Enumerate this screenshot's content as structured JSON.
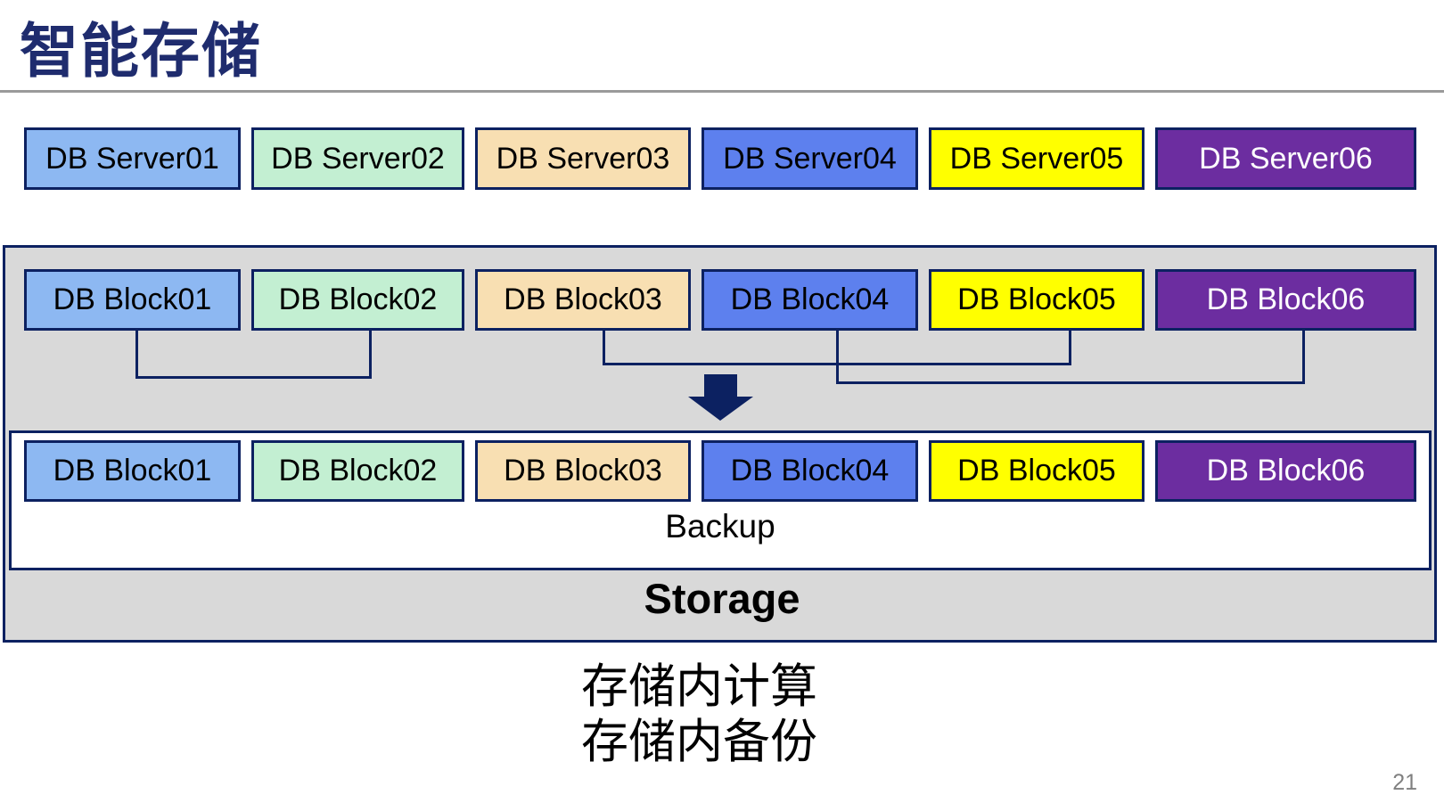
{
  "slide": {
    "title": "智能存储",
    "page_number": "21"
  },
  "server_row": [
    {
      "label": "DB Server01",
      "fill": "#8db8f2",
      "text_color": "#000000"
    },
    {
      "label": "DB Server02",
      "fill": "#c3efd2",
      "text_color": "#000000"
    },
    {
      "label": "DB Server03",
      "fill": "#f8dfb2",
      "text_color": "#000000"
    },
    {
      "label": "DB Server04",
      "fill": "#5d80ee",
      "text_color": "#000000"
    },
    {
      "label": "DB Server05",
      "fill": "#ffff00",
      "text_color": "#000000"
    },
    {
      "label": "DB Server06",
      "fill": "#6c2da0",
      "text_color": "#ffffff"
    }
  ],
  "storage_box": {
    "blocks_top": [
      {
        "label": "DB Block01",
        "fill": "#8db8f2",
        "text_color": "#000000"
      },
      {
        "label": "DB Block02",
        "fill": "#c3efd2",
        "text_color": "#000000"
      },
      {
        "label": "DB Block03",
        "fill": "#f8dfb2",
        "text_color": "#000000"
      },
      {
        "label": "DB Block04",
        "fill": "#5d80ee",
        "text_color": "#000000"
      },
      {
        "label": "DB Block05",
        "fill": "#ffff00",
        "text_color": "#000000"
      },
      {
        "label": "DB Block06",
        "fill": "#6c2da0",
        "text_color": "#ffffff"
      }
    ],
    "blocks_bottom": [
      {
        "label": "DB Block01",
        "fill": "#8db8f2",
        "text_color": "#000000"
      },
      {
        "label": "DB Block02",
        "fill": "#c3efd2",
        "text_color": "#000000"
      },
      {
        "label": "DB Block03",
        "fill": "#f8dfb2",
        "text_color": "#000000"
      },
      {
        "label": "DB Block04",
        "fill": "#5d80ee",
        "text_color": "#000000"
      },
      {
        "label": "DB Block05",
        "fill": "#ffff00",
        "text_color": "#000000"
      },
      {
        "label": "DB Block06",
        "fill": "#6c2da0",
        "text_color": "#ffffff"
      }
    ],
    "backup_label": "Backup",
    "storage_label": "Storage"
  },
  "caption": {
    "line1": "存储内计算",
    "line2": "存储内备份"
  },
  "colors": {
    "title_navy": "#1f2c6e",
    "border_navy": "#0c2161",
    "connector_navy": "#0c2161",
    "arrow_navy": "#0c2161",
    "storage_gray": "#d9d9d9",
    "divider_gray": "#9a9a9a",
    "page_number_gray": "#808080"
  }
}
